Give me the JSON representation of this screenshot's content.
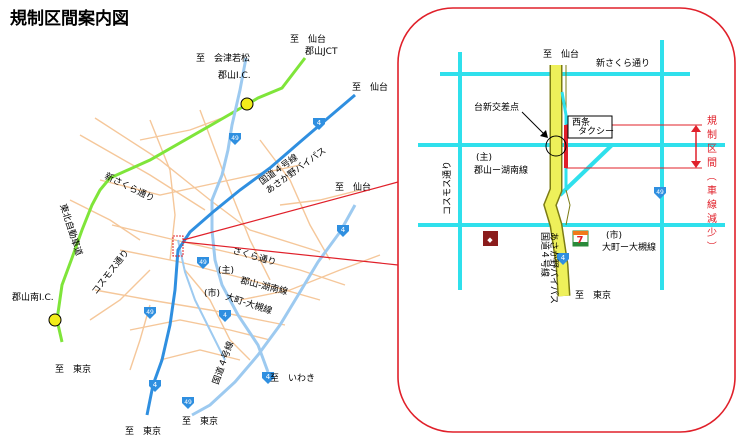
{
  "title": "規制区間案内図",
  "colors": {
    "expressway": "#7fe53a",
    "route4": "#2f8fe0",
    "route49": "#9dcaf0",
    "local_roads": "#f5c79a",
    "inset_roads": "#2fe0ec",
    "inset_route4": "#eef05a",
    "inset_route4_edge": "#7c7c14",
    "restriction": "#e0202a",
    "ic_marker": "#f2ec1a"
  },
  "overview": {
    "to_aizu": "至　会津若松",
    "to_sendai_jct": "至　仙台",
    "koriyama_jct": "郡山JCT",
    "koriyama_ic": "郡山I.C.",
    "to_sendai_r4_upper": "至　仙台",
    "bypass_label": "国道４号線\nあさか野バイパス",
    "to_sendai_r4_right": "至　仙台",
    "tohoku_expressway": "東北自動車道",
    "shin_sakura": "新さくら通り",
    "sakura": "さくら通り",
    "cosmos": "コスモス通り",
    "koriyama_konan": "郡山-湖南線",
    "omachi_oshima": "大町-大槻線",
    "shu_mark": "(主)",
    "shi_mark": "(市)",
    "route4_label": "国道４号線",
    "koriyama_minami_ic": "郡山南I.C.",
    "to_tokyo_left": "至　東京",
    "to_iwaki": "至　いわき",
    "to_tokyo_bottom_right": "至　東京",
    "to_tokyo_bottom": "至　東京",
    "route_shields": [
      "49",
      "4",
      "4",
      "49",
      "49",
      "4",
      "4",
      "4",
      "49"
    ]
  },
  "inset": {
    "to_sendai": "至　仙台",
    "shin_sakura": "新さくら通り",
    "taishin_crossing": "台新交差点",
    "taxi_name": "西条\nタクシー",
    "shu_mark": "(主)",
    "koriyama_konan": "郡山ー湖南線",
    "cosmos": "コスモス通り",
    "shi_mark": "(市)",
    "omachi_oshima": "大町ー大槻線",
    "bypass_vertical": "国道４号線\nあさか野バイパス",
    "to_tokyo": "至　東京",
    "restriction_label": "規制区間（車線減少）",
    "route_shields": [
      "49",
      "4"
    ]
  }
}
